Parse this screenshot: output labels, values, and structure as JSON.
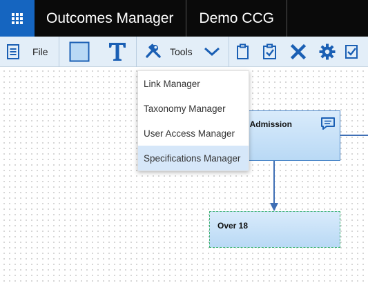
{
  "topbar": {
    "titles": [
      "Outcomes Manager",
      "Demo CCG"
    ]
  },
  "toolbar": {
    "file_label": "File",
    "tools_label": "Tools"
  },
  "menu": {
    "items": [
      "Link Manager",
      "Taxonomy Manager",
      "User Access Manager",
      "Specifications Manager"
    ],
    "highlighted_index": 3
  },
  "diagram": {
    "node1_title": "ncy Admission",
    "node2_title": "Over 18"
  },
  "colors": {
    "accent": "#1565c0",
    "toolbar_icon": "#1a5fb4",
    "node_fill": "#c6e0f8",
    "node1_border": "#4a86c8",
    "node2_border": "#3cb371"
  }
}
